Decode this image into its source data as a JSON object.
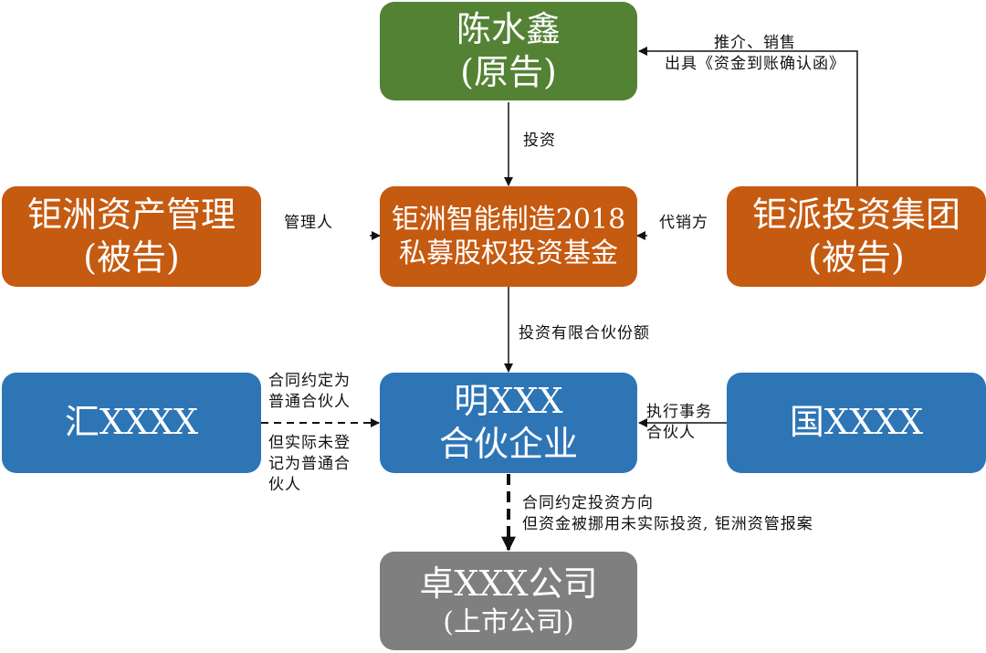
{
  "colors": {
    "green": "#548235",
    "orange": "#C55A11",
    "blue": "#2E75B6",
    "gray": "#7F7F7F",
    "text": "#FFFFFF",
    "line": "#111111"
  },
  "nodes": {
    "plaintiff": {
      "name": "陈水鑫",
      "role": "(原告)"
    },
    "manager": {
      "name": "钜洲资产管理",
      "role": "(被告)"
    },
    "fund": {
      "line1": "钜洲智能制造2018",
      "line2": "私募股权投资基金"
    },
    "group": {
      "name": "钜派投资集团",
      "role": "(被告)"
    },
    "hui": {
      "name": "汇XXXX"
    },
    "partnership": {
      "line1": "明XXX",
      "line2": "合伙企业"
    },
    "guo": {
      "name": "国XXXX"
    },
    "listed": {
      "name": "卓XXX公司",
      "role": "(上市公司)"
    }
  },
  "edges": {
    "group_to_plaintiff": {
      "line1": "推介、销售",
      "line2": "出具《资金到账确认函》"
    },
    "plaintiff_to_fund": {
      "label": "投资"
    },
    "manager_to_fund": {
      "label": "管理人"
    },
    "group_to_fund": {
      "label": "代销方"
    },
    "fund_to_partnership": {
      "label": "投资有限合伙份额"
    },
    "hui_to_partnership": {
      "top1": "合同约定为",
      "top2": "普通合伙人",
      "bot1": "但实际未登",
      "bot2": "记为普通合",
      "bot3": "伙人"
    },
    "guo_to_partnership": {
      "line1": "执行事务",
      "line2": "合伙人"
    },
    "partnership_to_listed": {
      "line1": "合同约定投资方向",
      "line2": "但资金被挪用未实际投资, 钜洲资管报案"
    }
  }
}
